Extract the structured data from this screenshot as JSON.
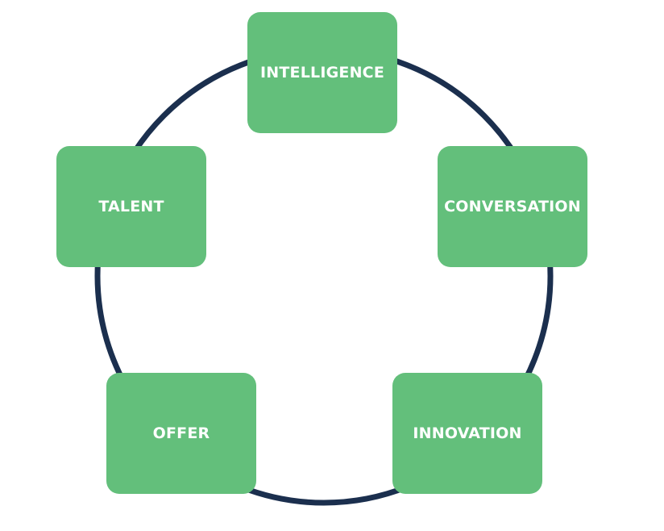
{
  "colors": {
    "ring": "#1b2f4e",
    "node_fill": "#63bf7b",
    "node_text": "#ffffff"
  },
  "nodes": [
    {
      "label": "INTELLIGENCE"
    },
    {
      "label": "CONVERSATION"
    },
    {
      "label": "INNOVATION"
    },
    {
      "label": "OFFER"
    },
    {
      "label": "TALENT"
    }
  ]
}
